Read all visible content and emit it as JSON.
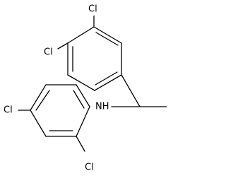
{
  "molecule": {
    "atoms": {
      "cl_top": "Cl",
      "cl_upper_left": "Cl",
      "cl_left": "Cl",
      "cl_bottom": "Cl",
      "nh": "NH"
    }
  }
}
